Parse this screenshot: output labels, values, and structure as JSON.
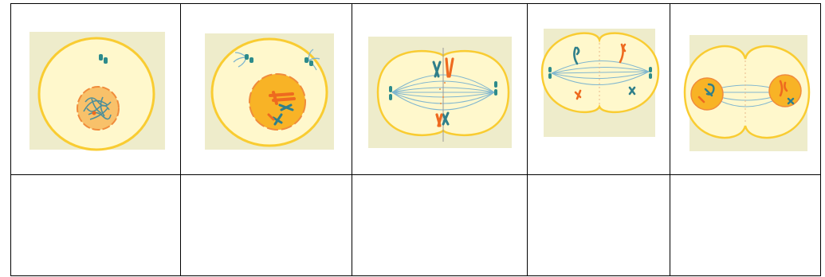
{
  "title": "",
  "colors": {
    "background_square": "#eeeccb",
    "cytoplasm": "#fff8cc",
    "cell_membrane": "#f9cc32",
    "nucleus": "#f8b326",
    "nucleus_envelope": "#f08c3c",
    "chromosome_orange": "#ee6a1f",
    "chromosome_teal": "#2f7f8a",
    "spindle_fiber": "#7fb6cf",
    "centrosome": "#2d8b8b",
    "grid_line": "#000000"
  },
  "table": {
    "columns": 5,
    "rows": 2,
    "row_contents": [
      "illustration",
      "blank"
    ]
  },
  "stages": [
    {
      "depicts": "cell-with-nucleus-and-loose-chromatin",
      "label": ""
    },
    {
      "depicts": "cell-with-condensing-chromosomes-and-separating-centrosomes",
      "label": ""
    },
    {
      "depicts": "cell-with-chromosomes-aligned-at-equator",
      "label": ""
    },
    {
      "depicts": "cell-with-chromatids-moving-to-poles",
      "label": ""
    },
    {
      "depicts": "cell-pinching-with-two-new-nuclei",
      "label": ""
    }
  ]
}
